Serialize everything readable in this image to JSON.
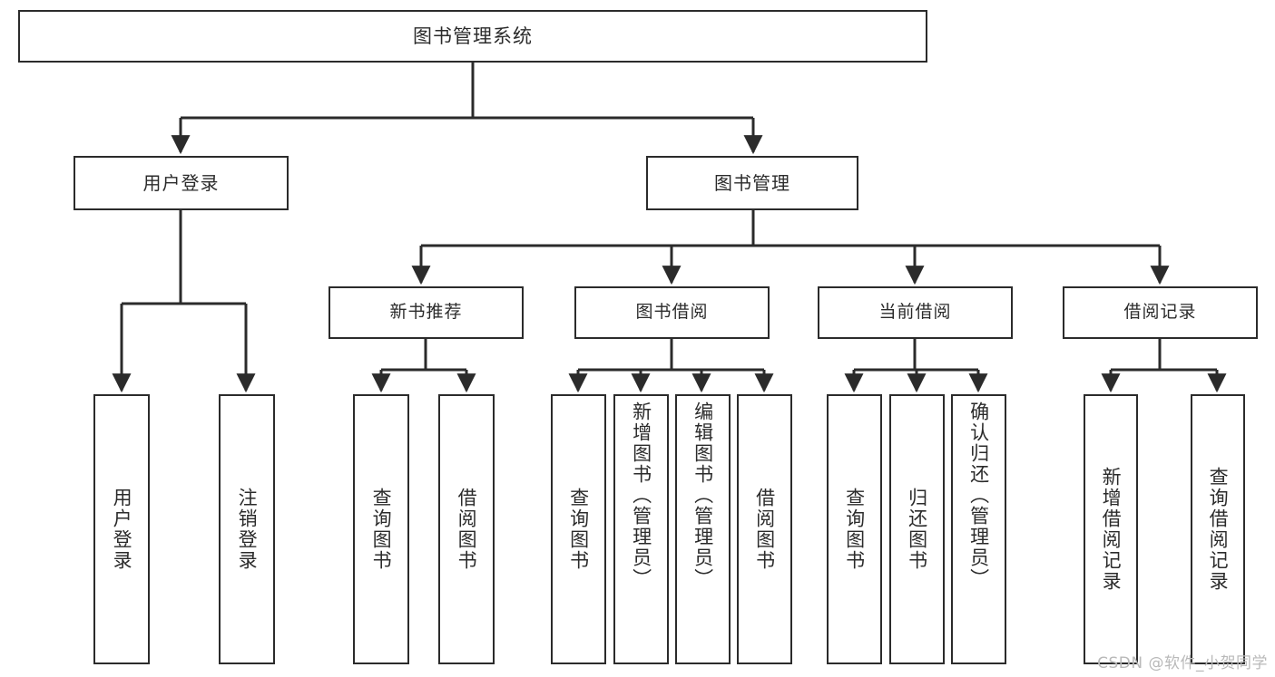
{
  "diagram": {
    "title": "图书管理系统",
    "type": "functional-structure-tree",
    "orientation": "top-down",
    "node_style": {
      "border_color": "#2b2b2b",
      "fill_color": "#ffffff",
      "text_color": "#2b2b2b",
      "edge_color": "#2b2b2b"
    }
  },
  "nodes": {
    "root": {
      "label": "图书管理系统",
      "level": 1
    },
    "level2": [
      {
        "id": "user-login",
        "label": "用户登录"
      },
      {
        "id": "book-manage",
        "label": "图书管理"
      }
    ],
    "level3": [
      {
        "id": "new-book-rec",
        "label": "新书推荐",
        "parent": "book-manage"
      },
      {
        "id": "book-borrow",
        "label": "图书借阅",
        "parent": "book-manage"
      },
      {
        "id": "current-borrow",
        "label": "当前借阅",
        "parent": "book-manage"
      },
      {
        "id": "borrow-record",
        "label": "借阅记录",
        "parent": "book-manage"
      }
    ],
    "leaves": [
      {
        "id": "leaf-user-login",
        "label": "用户登录",
        "parent": "user-login"
      },
      {
        "id": "leaf-user-logout",
        "label": "注销登录",
        "parent": "user-login"
      },
      {
        "id": "leaf-query-book-1",
        "label": "查询图书",
        "parent": "new-book-rec"
      },
      {
        "id": "leaf-borrow-book-1",
        "label": "借阅图书",
        "parent": "new-book-rec"
      },
      {
        "id": "leaf-query-book-2",
        "label": "查询图书",
        "parent": "book-borrow"
      },
      {
        "id": "leaf-add-book",
        "label": "新增图书（管理员）",
        "parent": "book-borrow"
      },
      {
        "id": "leaf-edit-book",
        "label": "编辑图书（管理员）",
        "parent": "book-borrow"
      },
      {
        "id": "leaf-borrow-book-2",
        "label": "借阅图书",
        "parent": "book-borrow"
      },
      {
        "id": "leaf-query-book-3",
        "label": "查询图书",
        "parent": "current-borrow"
      },
      {
        "id": "leaf-return-book",
        "label": "归还图书",
        "parent": "current-borrow"
      },
      {
        "id": "leaf-confirm-return",
        "label": "确认归还（管理员）",
        "parent": "current-borrow"
      },
      {
        "id": "leaf-add-record",
        "label": "新增借阅记录",
        "parent": "borrow-record"
      },
      {
        "id": "leaf-query-record",
        "label": "查询借阅记录",
        "parent": "borrow-record"
      }
    ]
  },
  "watermark": {
    "text": "CSDN @软件_小贺同学"
  }
}
